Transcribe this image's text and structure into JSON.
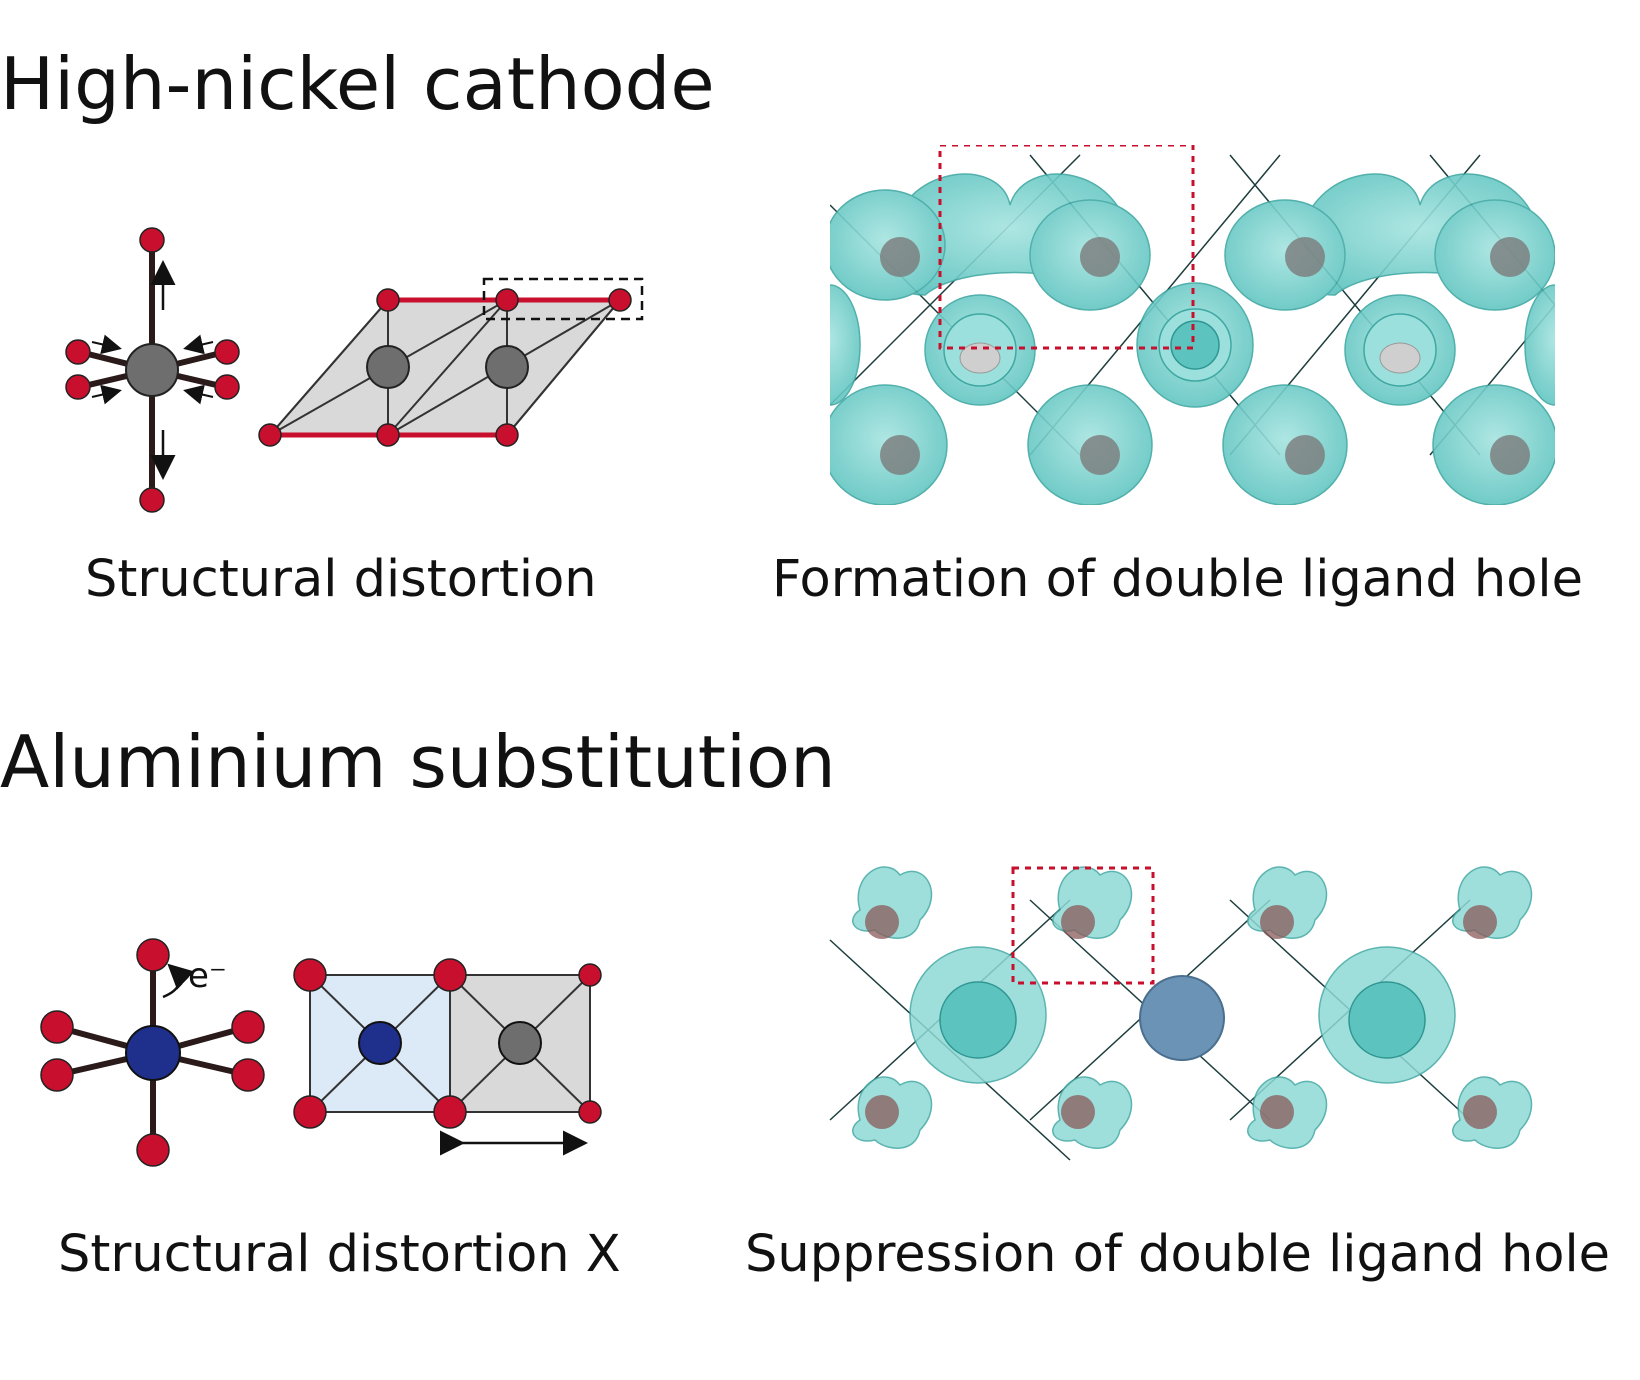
{
  "sections": {
    "top": {
      "title": "High-nickel cathode",
      "left_caption": "Structural distortion",
      "right_caption": "Formation of double ligand hole"
    },
    "bottom": {
      "title": "Aluminium substitution",
      "left_caption": "Structural distortion X",
      "right_caption": "Suppression of double ligand hole",
      "electron_label": "e⁻"
    }
  },
  "colors": {
    "oxygen": "#c8102e",
    "nickel": "#6e6e6e",
    "aluminium": "#1f2f8c",
    "isosurface": "#7fd3cf",
    "isosurface_dark": "#3fb4b0",
    "highlight_box": "#c8102e",
    "plane_gray": "#d9d9d9",
    "plane_blue": "#dce9f7"
  },
  "icons": [
    "ni-octahedron-diagram",
    "al-octahedron-diagram",
    "charge-density-map"
  ]
}
